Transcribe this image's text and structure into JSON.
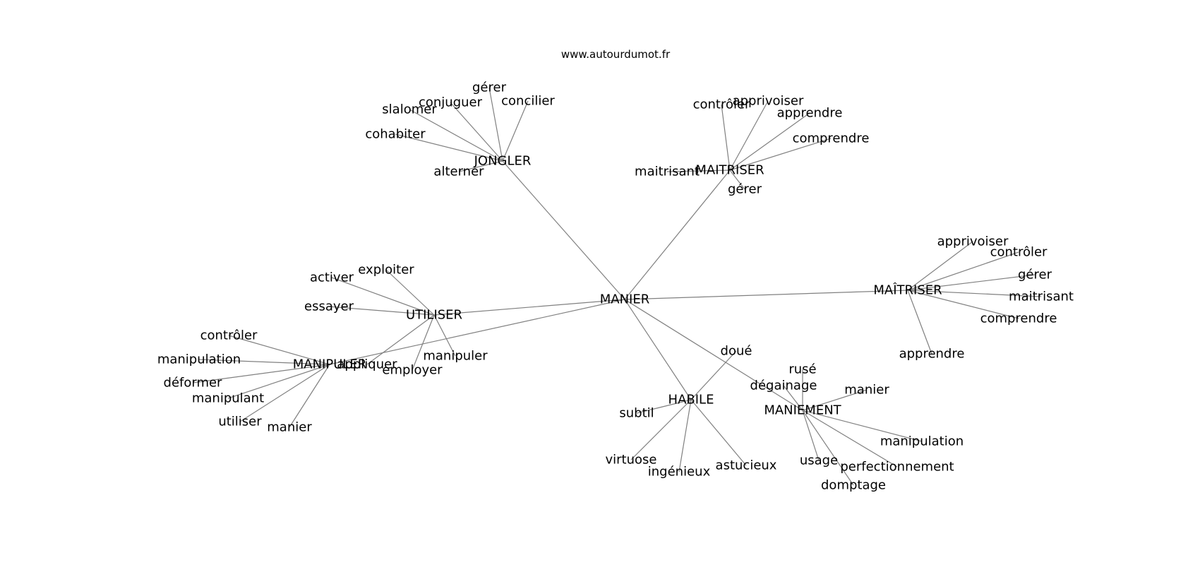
{
  "site": "www.autourdumot.fr",
  "center": "MANIER",
  "clusters": [
    {
      "word": "JONGLER",
      "neighbors": [
        "gérer",
        "conjuguer",
        "concilier",
        "slalomer",
        "cohabiter",
        "alterner"
      ]
    },
    {
      "word": "MAITRISER",
      "neighbors": [
        "contrôler",
        "apprivoiser",
        "apprendre",
        "comprendre",
        "maitrisant",
        "gérer"
      ]
    },
    {
      "word": "MAÎTRISER",
      "neighbors": [
        "apprivoiser",
        "contrôler",
        "gérer",
        "maitrisant",
        "comprendre",
        "apprendre"
      ]
    },
    {
      "word": "UTILISER",
      "neighbors": [
        "exploiter",
        "activer",
        "essayer",
        "appliquer",
        "employer",
        "manipuler"
      ]
    },
    {
      "word": "MANIPULER",
      "neighbors": [
        "contrôler",
        "manipulation",
        "déformer",
        "manipulant",
        "utiliser",
        "manier"
      ]
    },
    {
      "word": "HABILE",
      "neighbors": [
        "doué",
        "subtil",
        "virtuose",
        "ingénieux",
        "astucieux"
      ]
    },
    {
      "word": "MANIEMENT",
      "neighbors": [
        "rusé",
        "dégainage",
        "manier",
        "manipulation",
        "usage",
        "perfectionnement",
        "domptage"
      ]
    }
  ]
}
